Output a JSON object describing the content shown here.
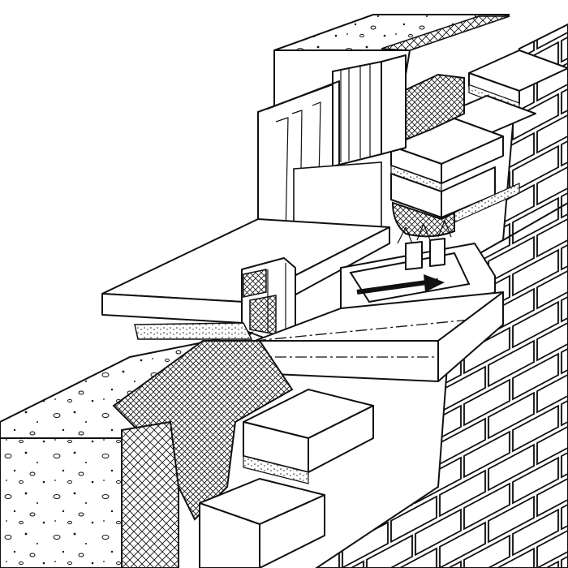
{
  "figure": {
    "kind": "technical-section-drawing",
    "palette": {
      "line": "#111111",
      "paper": "#ffffff"
    },
    "components": [
      "brick-outer-leaf",
      "concrete-inner-leaf",
      "cavity-insulation",
      "window-sill-board",
      "window-frame",
      "double-glazing",
      "cavity-tray",
      "drainage-arrow",
      "brick-lintel",
      "stone-sill"
    ]
  }
}
